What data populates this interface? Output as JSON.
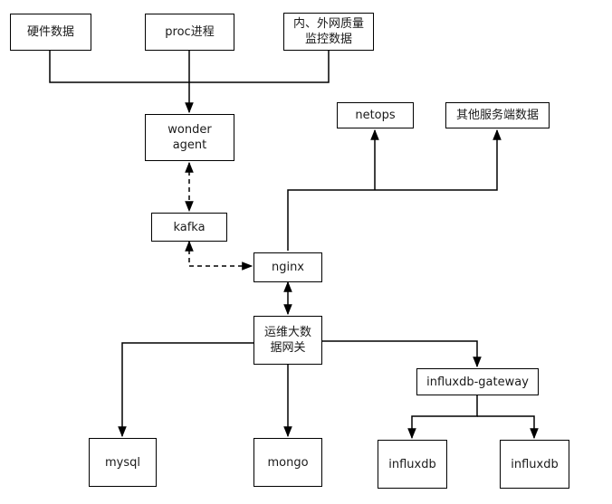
{
  "nodes": {
    "hardware_data": "硬件数据",
    "proc_process": "proc进程",
    "network_quality": "内、外网质量\n监控数据",
    "wonder_agent": "wonder\nagent",
    "netops": "netops",
    "other_server_data": "其他服务端数据",
    "kafka": "kafka",
    "nginx": "nginx",
    "bigdata_gateway": "运维大数\n据网关",
    "influxdb_gateway": "influxdb-gateway",
    "mysql": "mysql",
    "mongo": "mongo",
    "influxdb_1": "influxdb",
    "influxdb_2": "influxdb"
  },
  "colors": {
    "line": "#000000",
    "text": "#1a1a1a",
    "background": "#ffffff"
  }
}
